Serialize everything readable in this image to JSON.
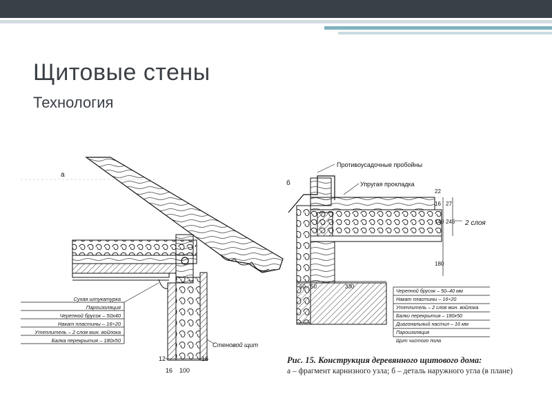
{
  "slide": {
    "title": "Щитовые стены",
    "subtitle": "Технология"
  },
  "figure": {
    "panel_a_letter": "а",
    "panel_b_letter": "б",
    "legend_a": [
      "Сухая штукатурка",
      "Пароизоляция",
      "Черепной брусок – 50х40",
      "Накат пластины – 16÷20",
      "Утеплитель – 2 слоя мин. войлока",
      "Балка перекрытия – 180х50"
    ],
    "wall_label": "Стеновой щит",
    "dims_a": {
      "d12": "12",
      "d16": "16",
      "d16b": "16",
      "d100": "100"
    },
    "top_label_1": "Противоусадочные пробойны",
    "top_label_2": "Упругая прокладка",
    "right_label": "2 слоя",
    "dims_b": [
      "22",
      "16",
      "140",
      "245",
      "27",
      "180"
    ],
    "dims_b_bottom": {
      "d50": "50",
      "d50b": "50",
      "d330": "330"
    },
    "legend_b": [
      "Черепной брусок – 50–40 мм",
      "Накат пластины – 16÷20",
      "Утеплитель – 2 слоя мин. войлока",
      "Балки перекрытия – 180х50",
      "Диагональный настил – 16 мм",
      "Пароизоляция",
      "Щит чистого пола"
    ],
    "caption_title": "Рис. 15. Конструкция деревянного щитового дома:",
    "caption_text": "а – фрагмент карнизного узла; б – деталь наружного угла (в плане)"
  }
}
